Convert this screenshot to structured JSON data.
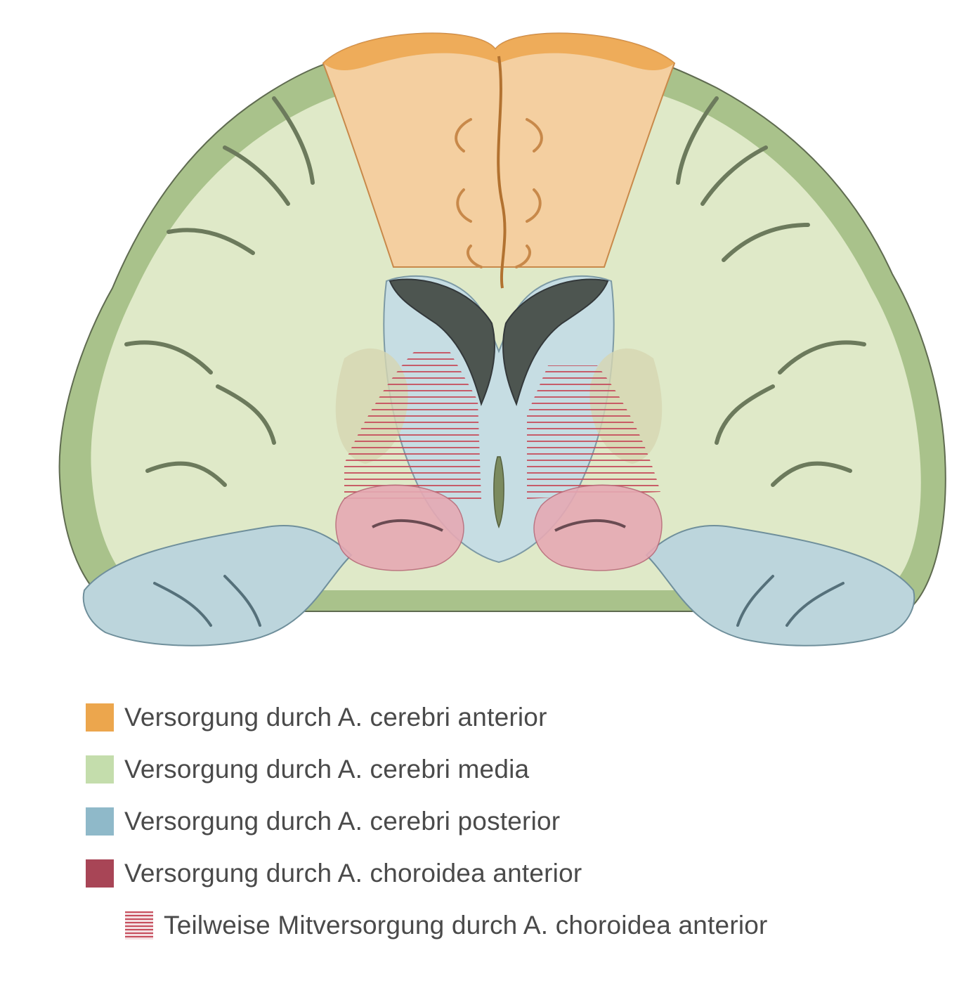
{
  "colors": {
    "anterior": "#eca64d",
    "media": "#c4ddac",
    "posterior": "#8fb9c9",
    "choroidea": "#a84556",
    "hatch": "#c64d5c"
  },
  "legend": {
    "items": [
      {
        "label": "Versorgung durch A. cerebri anterior",
        "color": "#eca64d"
      },
      {
        "label": "Versorgung durch A. cerebri media",
        "color": "#c4ddac"
      },
      {
        "label": "Versorgung durch A. cerebri posterior",
        "color": "#8fb9c9"
      },
      {
        "label": "Versorgung durch A. choroidea anterior",
        "color": "#a84556"
      }
    ],
    "hatched_label": "Teilweise Mitversorgung durch A. choroidea anterior"
  }
}
